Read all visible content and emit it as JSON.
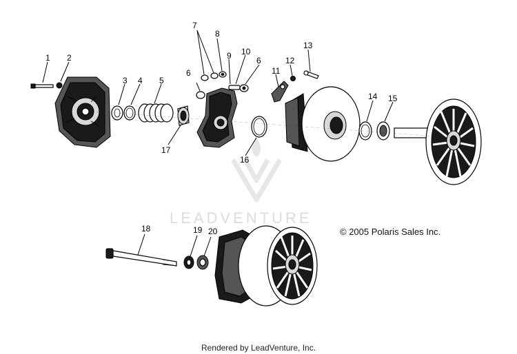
{
  "copyright": "© 2005 Polaris Sales Inc.",
  "footer": "Rendered by LeadVenture, Inc.",
  "watermark": "LEADVENTURE",
  "callouts": [
    "1",
    "2",
    "3",
    "4",
    "5",
    "6",
    "7",
    "8",
    "9",
    "10",
    "6",
    "11",
    "12",
    "13",
    "14",
    "15",
    "16",
    "17",
    "18",
    "19",
    "20"
  ]
}
